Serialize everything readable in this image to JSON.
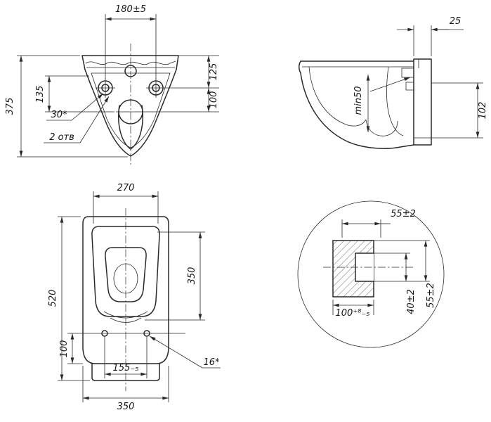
{
  "page": {
    "background": "#ffffff",
    "line_color": "#2a2a2a"
  },
  "drawing": {
    "rear_view": {
      "dim_hole_spacing": "180±5",
      "dim_overall_height": "375",
      "dim_135": "135",
      "dim_125": "125",
      "dim_100": "100",
      "angle_note": "30*",
      "holes_note": "2 отв"
    },
    "side_view": {
      "dim_25": "25",
      "min_depth_note": "min50",
      "dim_102": "102"
    },
    "plan_view": {
      "dim_270": "270",
      "dim_520": "520",
      "dim_350_side": "350",
      "dim_100": "100",
      "dim_155": "155₋₅",
      "dim_350_bottom": "350",
      "hole_note": "16*"
    },
    "detail_view": {
      "dim_55_top": "55±2",
      "dim_100_tol": "100⁺⁸₋₅",
      "dim_40": "40±2",
      "dim_55_side": "55±2"
    }
  }
}
